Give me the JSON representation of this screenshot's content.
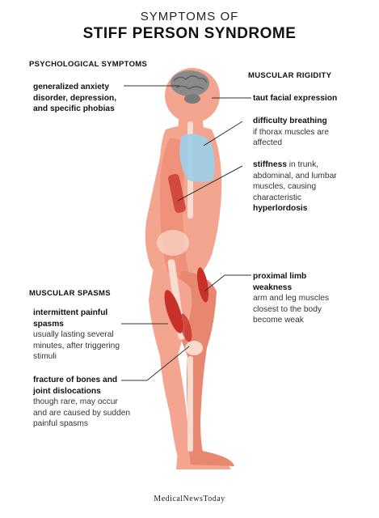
{
  "header": {
    "subtitle": "SYMPTOMS OF",
    "title": "STIFF PERSON SYNDROME"
  },
  "sections": {
    "psychological": "PSYCHOLOGICAL SYMPTOMS",
    "rigidity": "MUSCULAR RIGIDITY",
    "spasms": "MUSCULAR SPASMS"
  },
  "labels": {
    "anxiety": {
      "bold": "generalized anxiety disorder, depression, and specific phobias"
    },
    "facial": {
      "bold": "taut facial expression"
    },
    "breathing": {
      "bold": "difficulty breathing",
      "desc": "if thorax muscles are affected"
    },
    "stiffness": {
      "bold": "stiffness",
      "desc": "in trunk, abdominal, and lumbar muscles, causing characteristic",
      "bold2": "hyperlordosis"
    },
    "proximal": {
      "bold": "proximal limb weakness",
      "desc": "arm and leg muscles closest to the body become weak"
    },
    "spasms": {
      "bold": "intermittent painful spasms",
      "desc": "usually lasting several minutes, after triggering stimuli"
    },
    "fracture": {
      "bold": "fracture of bones and joint dislocations",
      "desc": "though rare, may occur and are caused by sudden painful spasms"
    }
  },
  "footer": {
    "brand": "MedicalNewsToday"
  },
  "colors": {
    "skin": "#f4a58f",
    "skin_dark": "#e8876f",
    "muscle": "#c8302a",
    "lung": "#9fcde6",
    "brain": "#8a8a8a",
    "bone": "#fbe3d8"
  }
}
